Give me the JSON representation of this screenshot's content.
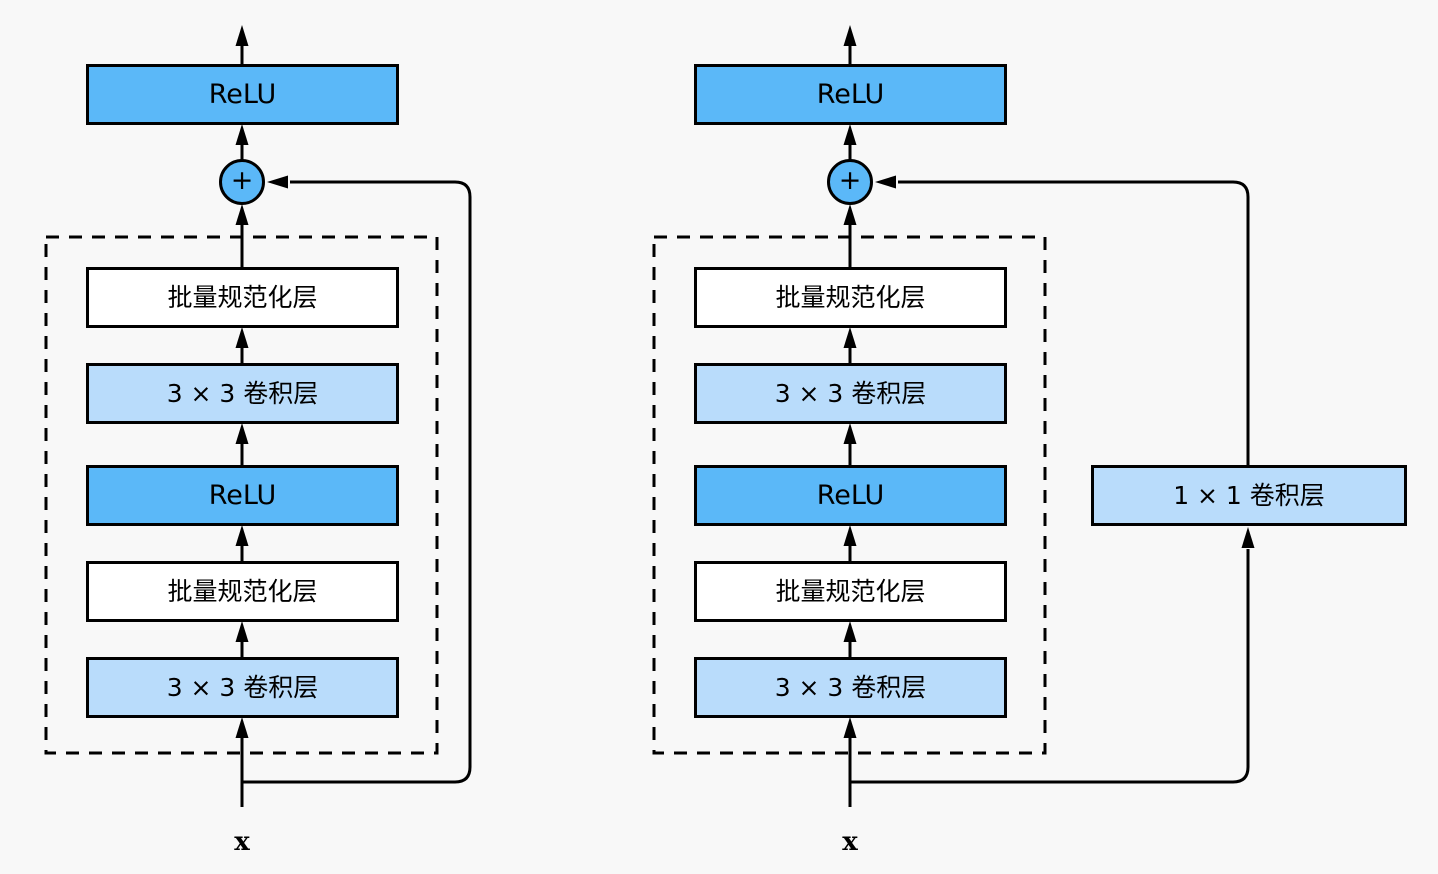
{
  "colors": {
    "background": "#F8F8F8",
    "activation_blue": "#5BB8F8",
    "conv_light_blue": "#B9DCFB",
    "batchnorm_white": "#FFFFFF",
    "line_black": "#000000"
  },
  "left_block": {
    "output_activation": "ReLU",
    "add_operator": "+",
    "layers": [
      {
        "label": "批量规范化层"
      },
      {
        "label": "3 × 3 卷积层"
      },
      {
        "label": "ReLU"
      },
      {
        "label": "批量规范化层"
      },
      {
        "label": "3 × 3 卷积层"
      }
    ],
    "input_label": "x"
  },
  "right_block": {
    "output_activation": "ReLU",
    "add_operator": "+",
    "layers": [
      {
        "label": "批量规范化层"
      },
      {
        "label": "3 × 3 卷积层"
      },
      {
        "label": "ReLU"
      },
      {
        "label": "批量规范化层"
      },
      {
        "label": "3 × 3 卷积层"
      }
    ],
    "shortcut_layer_label": "1 × 1 卷积层",
    "input_label": "x"
  }
}
